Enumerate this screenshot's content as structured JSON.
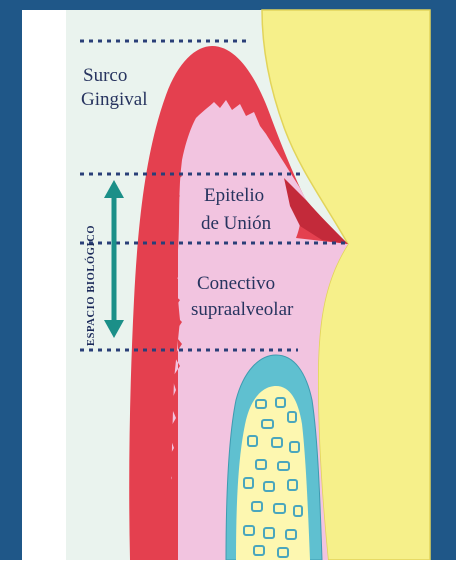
{
  "labels": {
    "surco_line1": "Surco",
    "surco_line2": "Gingival",
    "epitelio_line1": "Epitelio",
    "epitelio_line2": "de Unión",
    "conectivo_line1": "Conectivo",
    "conectivo_line2": "supraalveolar",
    "espacio": "ESPACIO BIOLÓGICO"
  },
  "colors": {
    "frame": "#1f5788",
    "background": "#ffffff",
    "sulcus": "#eaf3ee",
    "tooth": "#f6f08a",
    "gingiva_epithelium": "#e4404f",
    "connective": "#f2c4e0",
    "bone_outer": "#5fc0d0",
    "bone_inner": "#fdf7b0",
    "arrow": "#1b8f88",
    "dotted_line": "#2a3f78",
    "text": "#27345f"
  }
}
